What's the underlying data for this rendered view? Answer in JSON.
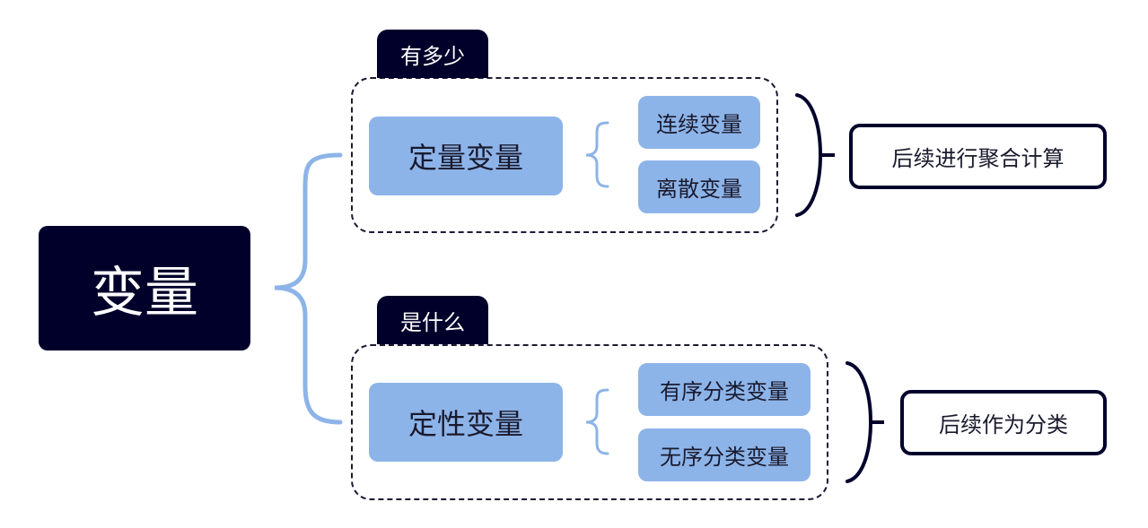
{
  "root": {
    "label": "变量"
  },
  "groups": [
    {
      "tab": "有多少",
      "main": "定量变量",
      "subs": [
        "连续变量",
        "离散变量"
      ],
      "result": "后续进行聚合计算"
    },
    {
      "tab": "是什么",
      "main": "定性变量",
      "subs": [
        "有序分类变量",
        "无序分类变量"
      ],
      "result": "后续作为分类"
    }
  ],
  "colors": {
    "dark": "#00002b",
    "box_fill": "#8db4e8",
    "connector_light": "#8db4e8",
    "bracket_dark": "#00002b"
  }
}
